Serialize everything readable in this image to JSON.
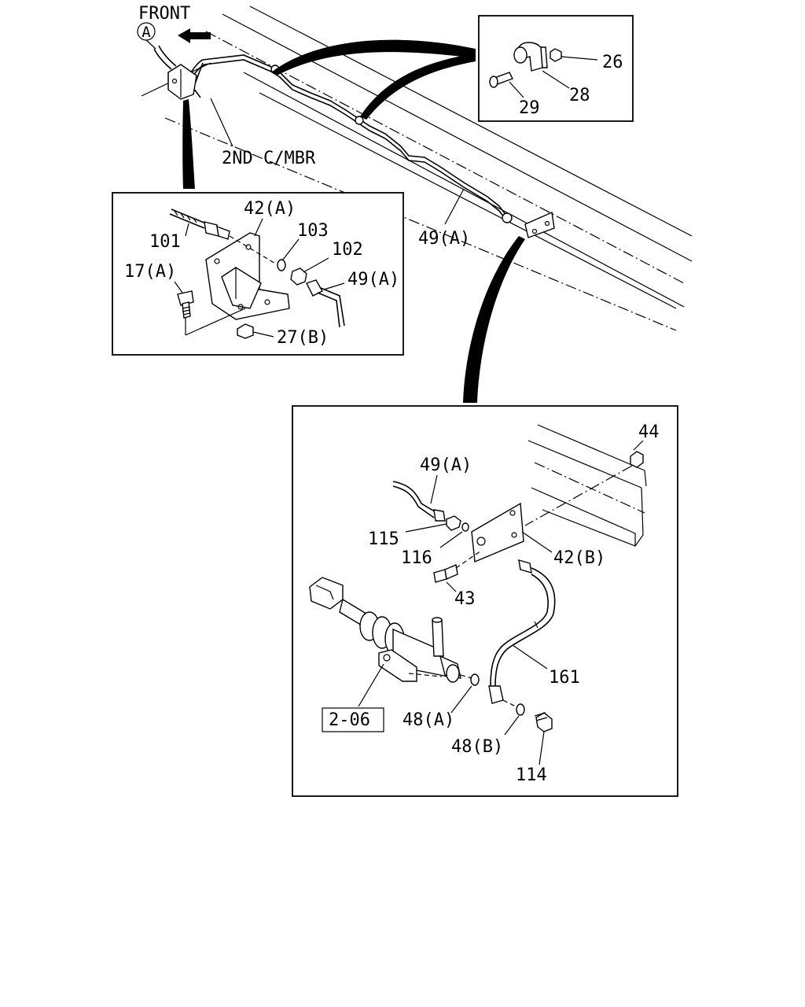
{
  "diagram": {
    "front_label": "FRONT",
    "view_marker": "A",
    "member_label": "2ND C/MBR",
    "ref_box_label": "2-06",
    "callouts": {
      "c26": "26",
      "c28": "28",
      "c29": "29",
      "c42a": "42(A)",
      "c101": "101",
      "c103": "103",
      "c102": "102",
      "c17a": "17(A)",
      "c49a_left": "49(A)",
      "c27b": "27(B)",
      "c49a_main": "49(A)",
      "c44": "44",
      "c49a_detail": "49(A)",
      "c115": "115",
      "c116": "116",
      "c42b": "42(B)",
      "c43": "43",
      "c161": "161",
      "c48a": "48(A)",
      "c48b": "48(B)",
      "c114": "114"
    }
  }
}
